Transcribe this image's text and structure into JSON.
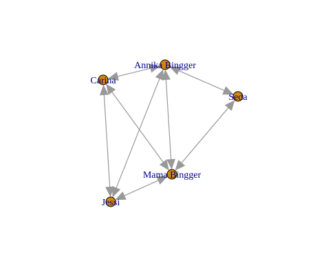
{
  "graph": {
    "node_color": "#D8860B",
    "node_border": "#000000",
    "label_color": "#00008B",
    "edge_color": "#999999",
    "nodes": [
      {
        "id": "annika",
        "label": "Annika Bingger"
      },
      {
        "id": "carina",
        "label": "Carina"
      },
      {
        "id": "seda",
        "label": "Seda"
      },
      {
        "id": "mama",
        "label": "Mama Bingger"
      },
      {
        "id": "jessi",
        "label": "Jessi"
      }
    ],
    "edges": [
      {
        "from": "annika",
        "to": "carina",
        "arrows": "both"
      },
      {
        "from": "annika",
        "to": "seda",
        "arrows": "both"
      },
      {
        "from": "annika",
        "to": "mama",
        "arrows": "both"
      },
      {
        "from": "annika",
        "to": "jessi",
        "arrows": "both"
      },
      {
        "from": "carina",
        "to": "mama",
        "arrows": "both"
      },
      {
        "from": "carina",
        "to": "jessi",
        "arrows": "both"
      },
      {
        "from": "seda",
        "to": "mama",
        "arrows": "both"
      },
      {
        "from": "mama",
        "to": "jessi",
        "arrows": "both"
      }
    ]
  }
}
